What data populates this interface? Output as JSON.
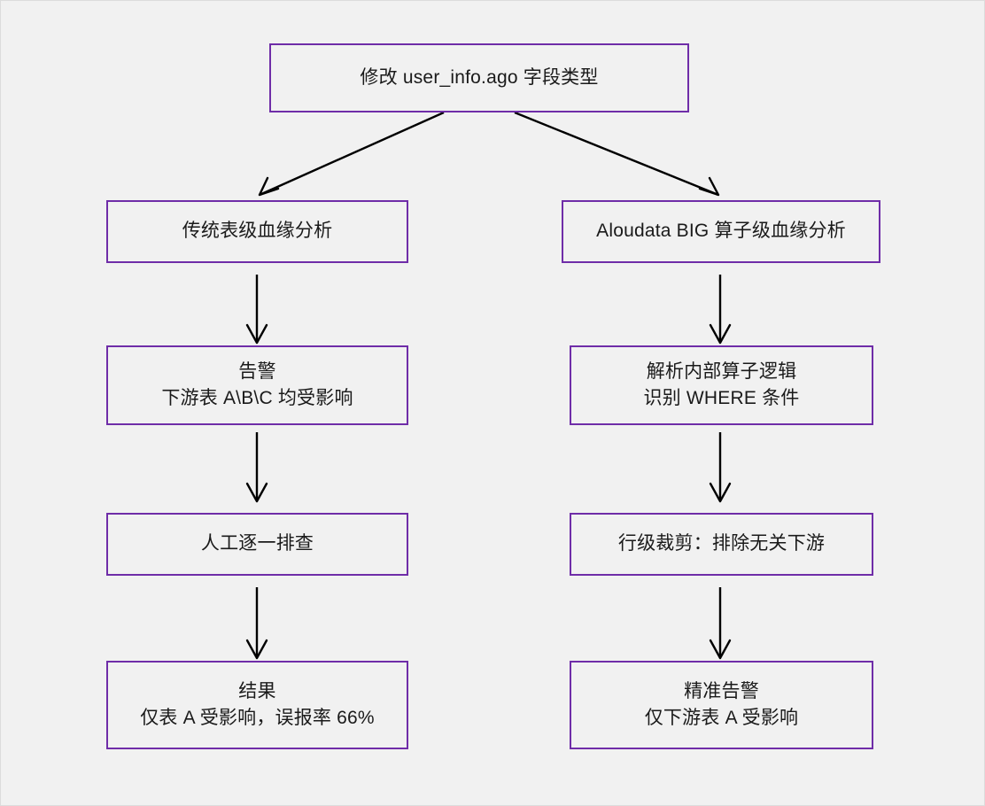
{
  "diagram": {
    "title_node": {
      "id": "root",
      "lines": [
        "修改 user_info.ago 字段类型"
      ]
    },
    "theme": {
      "background": "#f1f1f1",
      "node_border": "#6f2da8",
      "node_fill": "#f1f1f1",
      "edge_color": "#000000",
      "text_color": "#1a1a1a",
      "frame_border": "#dcdcdc"
    },
    "columns": {
      "left": {
        "name": "传统表级血缘分析",
        "nodes": [
          {
            "id": "left-1",
            "lines": [
              "传统表级血缘分析"
            ]
          },
          {
            "id": "left-2",
            "lines": [
              "告警",
              "下游表 A\\B\\C 均受影响"
            ]
          },
          {
            "id": "left-3",
            "lines": [
              "人工逐一排查"
            ]
          },
          {
            "id": "left-4",
            "lines": [
              "结果",
              "仅表 A 受影响，误报率 66%"
            ]
          }
        ]
      },
      "right": {
        "name": "Aloudata BIG 算子级血缘分析",
        "nodes": [
          {
            "id": "right-1",
            "lines": [
              "Aloudata BIG 算子级血缘分析"
            ]
          },
          {
            "id": "right-2",
            "lines": [
              "解析内部算子逻辑",
              "识别 WHERE 条件"
            ]
          },
          {
            "id": "right-3",
            "lines": [
              "行级裁剪：排除无关下游"
            ]
          },
          {
            "id": "right-4",
            "lines": [
              "精准告警",
              "仅下游表 A 受影响"
            ]
          }
        ]
      }
    },
    "edges": [
      {
        "from": "root",
        "to": "left-1",
        "kind": "diagonal"
      },
      {
        "from": "root",
        "to": "right-1",
        "kind": "diagonal"
      },
      {
        "from": "left-1",
        "to": "left-2",
        "kind": "vertical"
      },
      {
        "from": "left-2",
        "to": "left-3",
        "kind": "vertical"
      },
      {
        "from": "left-3",
        "to": "left-4",
        "kind": "vertical"
      },
      {
        "from": "right-1",
        "to": "right-2",
        "kind": "vertical"
      },
      {
        "from": "right-2",
        "to": "right-3",
        "kind": "vertical"
      },
      {
        "from": "right-3",
        "to": "right-4",
        "kind": "vertical"
      }
    ]
  }
}
